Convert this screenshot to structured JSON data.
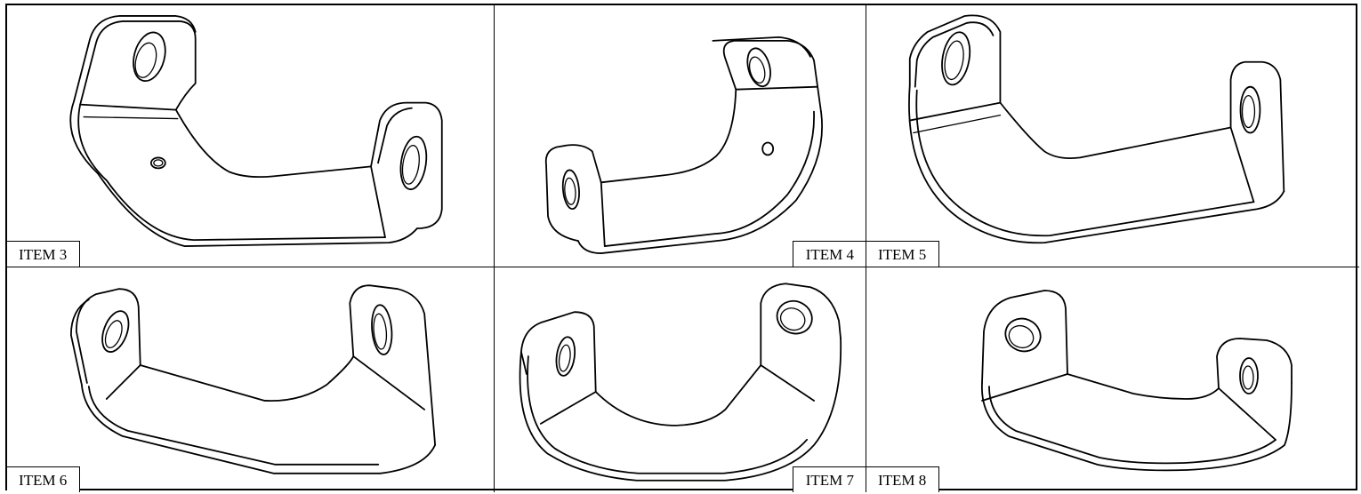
{
  "items": [
    {
      "label": "ITEM 3",
      "label_corner": "bottom-left"
    },
    {
      "label": "ITEM 4",
      "label_corner": "bottom-right"
    },
    {
      "label": "ITEM 5",
      "label_corner": "bottom-left"
    },
    {
      "label": "ITEM 6",
      "label_corner": "bottom-left"
    },
    {
      "label": "ITEM 7",
      "label_corner": "bottom-right"
    },
    {
      "label": "ITEM 8",
      "label_corner": "bottom-left"
    }
  ]
}
